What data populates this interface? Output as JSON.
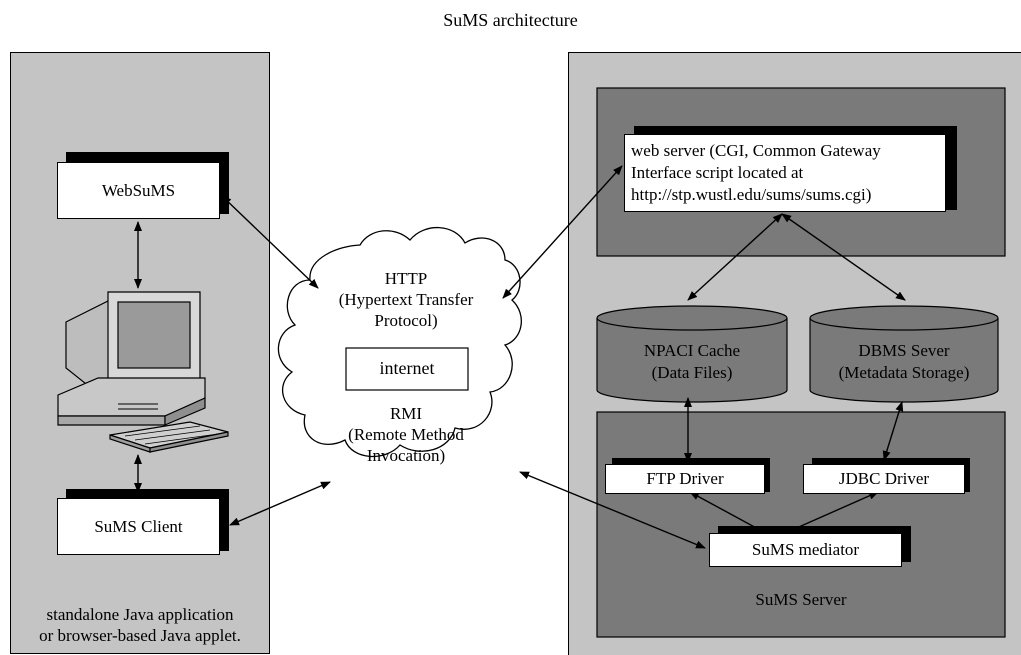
{
  "title": "SuMS architecture",
  "client_side": {
    "websums": "WebSuMS",
    "sums_client": "SuMS Client",
    "caption_line1": "standalone Java application",
    "caption_line2": "or browser-based Java applet."
  },
  "network": {
    "http_line1": "HTTP",
    "http_line2": "(Hypertext Transfer",
    "http_line3": "Protocol)",
    "internet": "internet",
    "rmi_line1": "RMI",
    "rmi_line2": "(Remote Method",
    "rmi_line3": "Invocation)"
  },
  "server_side": {
    "web_server_line1": "web server (CGI, Common Gateway",
    "web_server_line2": "Interface script located at",
    "web_server_line3": "http://stp.wustl.edu/sums/sums.cgi)",
    "npaci_line1": "NPACI Cache",
    "npaci_line2": "(Data Files)",
    "dbms_line1": "DBMS Sever",
    "dbms_line2": "(Metadata Storage)",
    "ftp_driver": "FTP Driver",
    "jdbc_driver": "JDBC Driver",
    "mediator": "SuMS mediator",
    "server_label": "SuMS Server"
  },
  "colors": {
    "panel_fill": "#c4c4c4",
    "dark_fill": "#7a7a7a",
    "box_fill": "#ffffff",
    "line": "#000000"
  }
}
